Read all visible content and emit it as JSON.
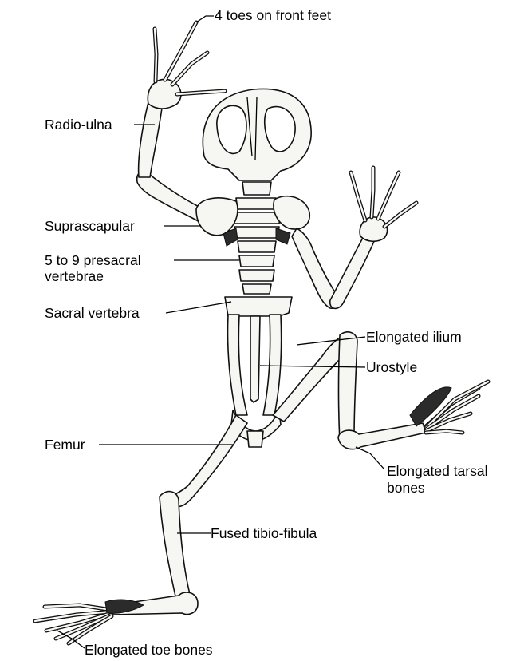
{
  "labels": {
    "toes_front": "4 toes on front feet",
    "radio_ulna": "Radio-ulna",
    "suprascapular": "Suprascapular",
    "presacral_line1": "5 to 9 presacral",
    "presacral_line2": "vertebrae",
    "sacral": "Sacral vertebra",
    "ilium": "Elongated ilium",
    "urostyle": "Urostyle",
    "femur": "Femur",
    "tarsal_line1": "Elongated tarsal",
    "tarsal_line2": "bones",
    "tibio_fibula": "Fused tibio-fibula",
    "toe_bones": "Elongated toe bones"
  }
}
